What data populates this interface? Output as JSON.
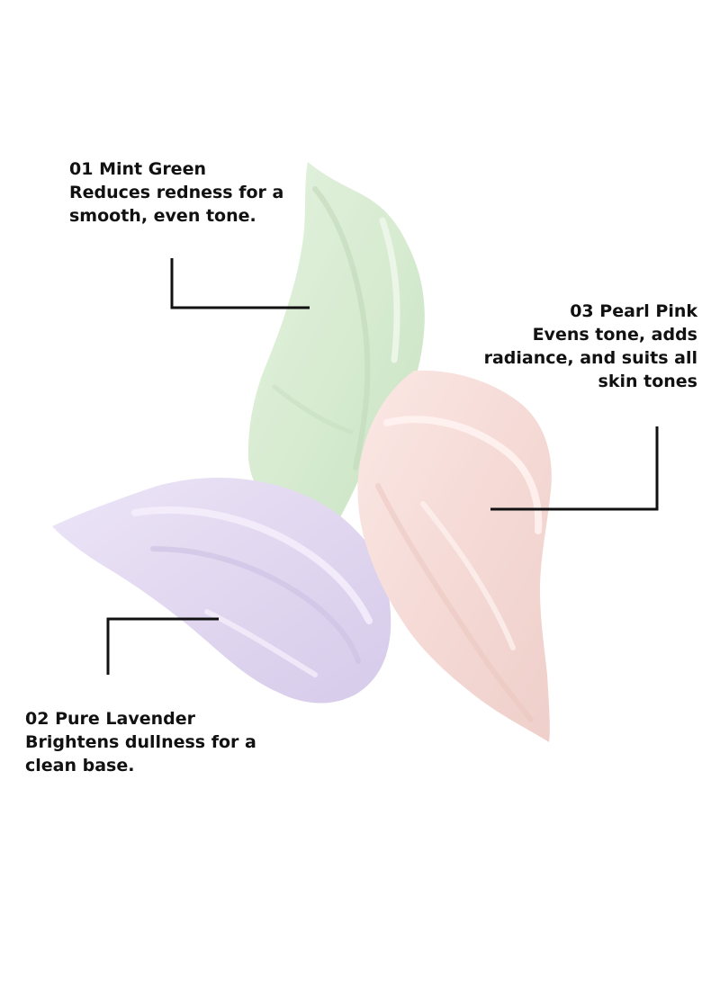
{
  "colors": {
    "mint_green": "#d9ecd4",
    "pure_lavender": "#e3daf1",
    "pearl_pink": "#f6dcd8",
    "text": "#111111",
    "line": "#111111"
  },
  "shades": [
    {
      "number": "01",
      "name": "Mint Green",
      "desc_lines": [
        "Reduces redness for a",
        "smooth, even tone."
      ]
    },
    {
      "number": "02",
      "name": "Pure Lavender",
      "desc_lines": [
        "Brightens dullness for a",
        "clean base."
      ]
    },
    {
      "number": "03",
      "name": "Pearl Pink",
      "desc_lines": [
        "Evens tone, adds",
        "radiance, and suits all",
        "skin tones"
      ]
    }
  ]
}
